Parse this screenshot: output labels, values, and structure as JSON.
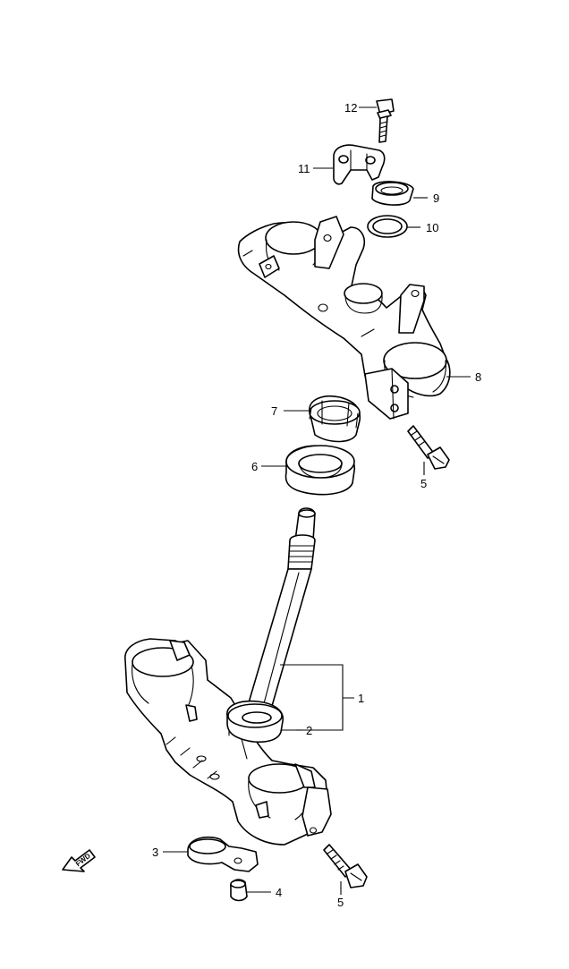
{
  "callouts": {
    "c1": "1",
    "c2": "2",
    "c3": "3",
    "c4": "4",
    "c5a": "5",
    "c5b": "5",
    "c6": "6",
    "c7": "7",
    "c8": "8",
    "c9": "9",
    "c10": "10",
    "c11": "11",
    "c12": "12"
  },
  "fwd": {
    "label": "FWD",
    "icon": "fwd-arrow-icon"
  }
}
